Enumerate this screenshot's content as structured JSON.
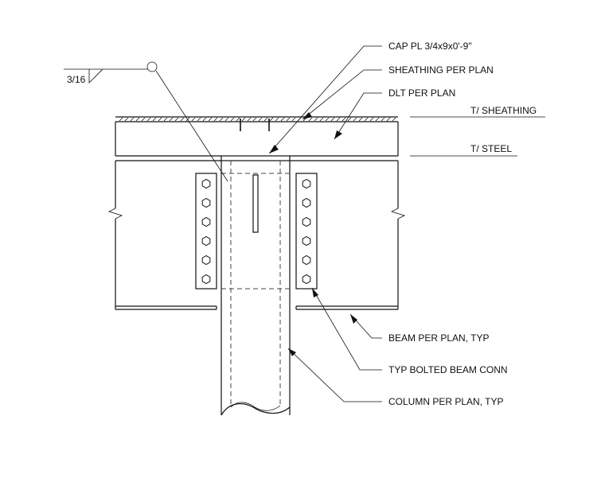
{
  "weld": {
    "size": "3/16"
  },
  "callouts": {
    "cap_plate": "CAP PL 3/4x9x0'-9\"",
    "sheathing": "SHEATHING PER PLAN",
    "dlt": "DLT PER PLAN",
    "beam": "BEAM PER PLAN, TYP",
    "bolted_conn": "TYP BOLTED BEAM CONN",
    "column": "COLUMN PER PLAN, TYP"
  },
  "elevations": {
    "top_sheathing": "T/ SHEATHING",
    "top_steel": "T/ STEEL"
  }
}
